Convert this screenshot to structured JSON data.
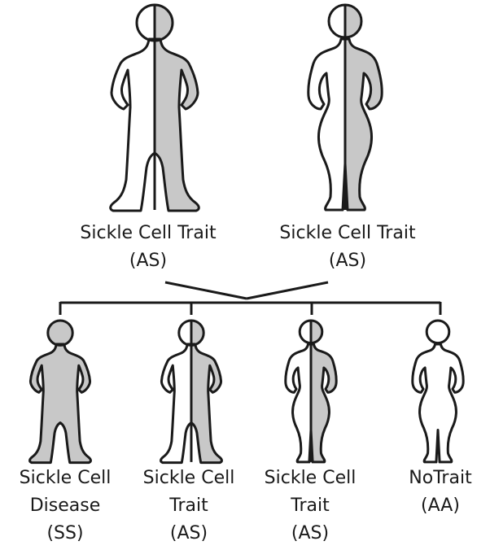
{
  "colors": {
    "carrier_fill": "#c8c8c8",
    "outline": "#1a1a1a",
    "background": "#ffffff"
  },
  "parents": [
    {
      "name": "Sickle Cell Trait",
      "genotype": "(AS)",
      "figure": "male",
      "status": "carrier"
    },
    {
      "name": "Sickle Cell Trait",
      "genotype": "(AS)",
      "figure": "female",
      "status": "carrier"
    }
  ],
  "children": [
    {
      "line1": "Sickle Cell",
      "line2": "Disease",
      "genotype": "(SS)",
      "figure": "male",
      "status": "affected"
    },
    {
      "line1": "Sickle Cell",
      "line2": "Trait",
      "genotype": "(AS)",
      "figure": "male",
      "status": "carrier"
    },
    {
      "line1": "Sickle Cell",
      "line2": "Trait",
      "genotype": "(AS)",
      "figure": "female",
      "status": "carrier"
    },
    {
      "line1": "NoTrait",
      "line2": "",
      "genotype": "(AA)",
      "figure": "female",
      "status": "unaffected"
    }
  ]
}
